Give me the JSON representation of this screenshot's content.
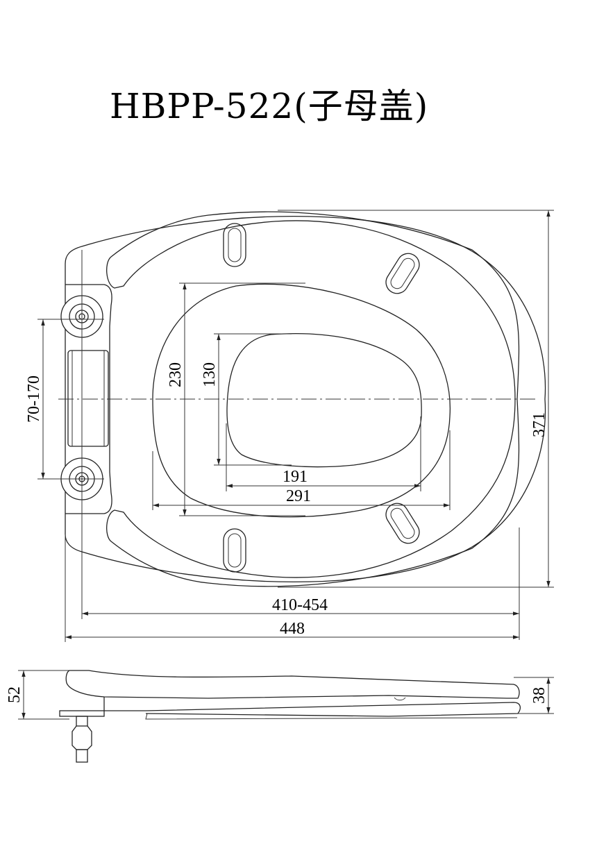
{
  "title": "HBPP-522(子母盖)",
  "dimensions": {
    "hinge_spacing": "70-170",
    "inner_opening_height": "230",
    "child_opening_height": "130",
    "child_opening_width": "191",
    "inner_opening_width": "291",
    "total_height": "371",
    "hinge_to_front_length": "410-454",
    "total_length": "448",
    "side_thickness_rear": "52",
    "side_thickness_front": "38"
  },
  "colors": {
    "line": "#222222",
    "background": "#ffffff"
  }
}
